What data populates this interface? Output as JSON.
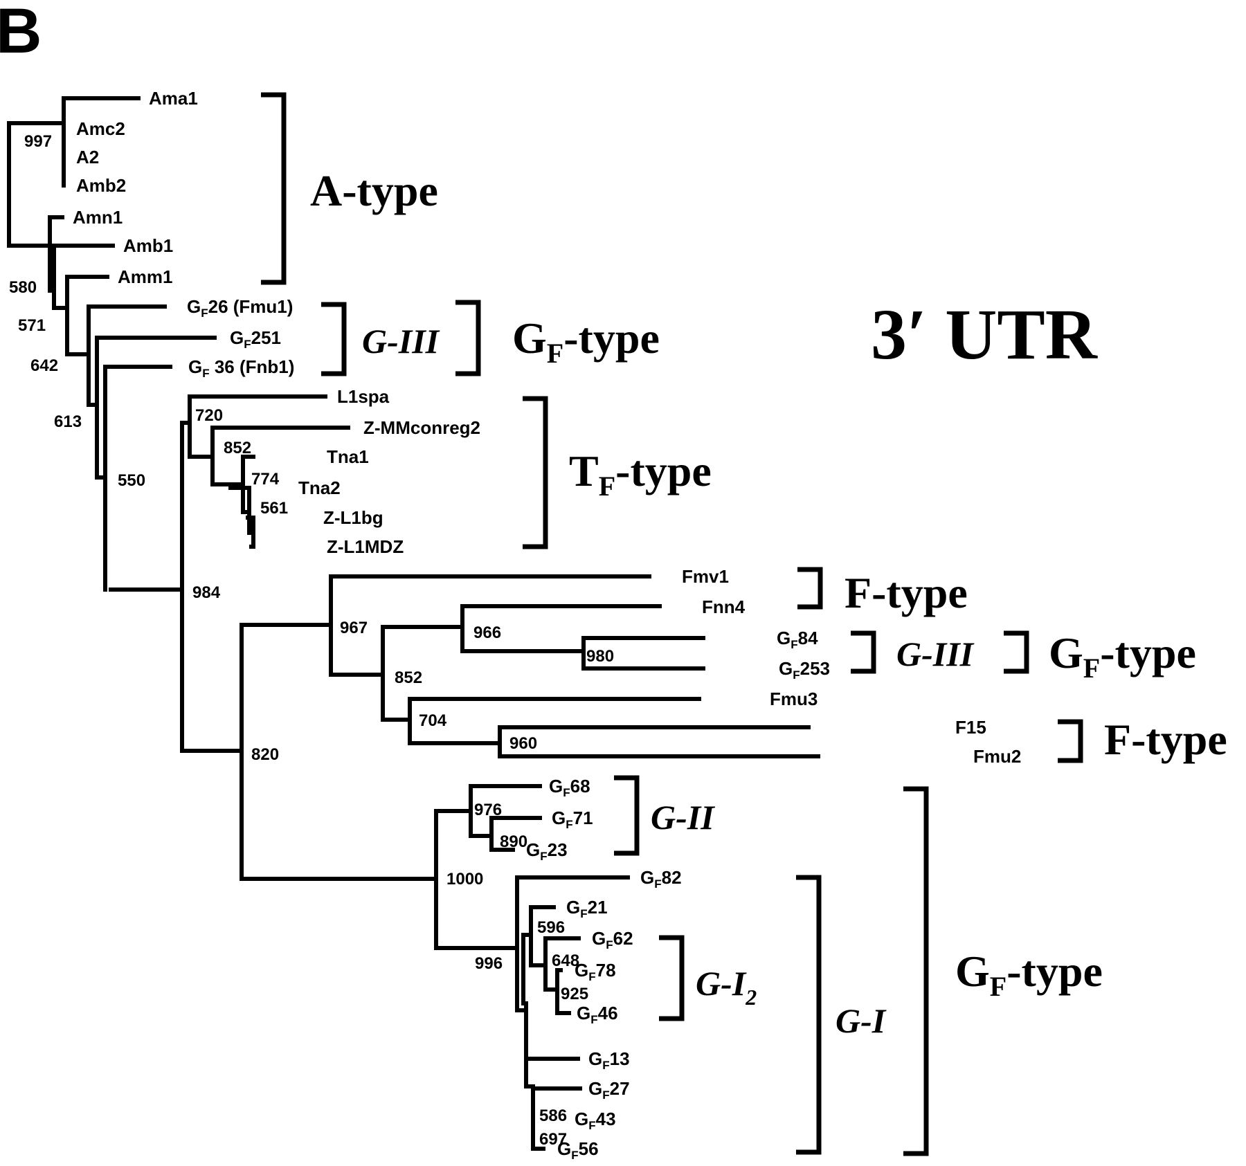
{
  "panel_label": "B",
  "title": "3′ UTR",
  "colors": {
    "ink": "#000000",
    "background": "#ffffff"
  },
  "leaves": [
    {
      "id": "Ama1",
      "prefix": "",
      "sub": "",
      "text": "Ama1"
    },
    {
      "id": "Amc2",
      "prefix": "",
      "sub": "",
      "text": "Amc2"
    },
    {
      "id": "A2",
      "prefix": "",
      "sub": "",
      "text": "A2"
    },
    {
      "id": "Amb2",
      "prefix": "",
      "sub": "",
      "text": "Amb2"
    },
    {
      "id": "Amn1",
      "prefix": "",
      "sub": "",
      "text": "Amn1"
    },
    {
      "id": "Amb1",
      "prefix": "",
      "sub": "",
      "text": "Amb1"
    },
    {
      "id": "Amm1",
      "prefix": "",
      "sub": "",
      "text": "Amm1"
    },
    {
      "id": "GF26",
      "prefix": "G",
      "sub": "F",
      "text": "26 (Fmu1)"
    },
    {
      "id": "GF251",
      "prefix": "G",
      "sub": "F",
      "text": "251"
    },
    {
      "id": "GF36",
      "prefix": "G",
      "sub": "F",
      "text": " 36 (Fnb1)"
    },
    {
      "id": "L1spa",
      "prefix": "",
      "sub": "",
      "text": "L1spa"
    },
    {
      "id": "Z-MMconreg2",
      "prefix": "",
      "sub": "",
      "text": "Z-MMconreg2"
    },
    {
      "id": "Tna1",
      "prefix": "",
      "sub": "",
      "text": "Tna1"
    },
    {
      "id": "Tna2",
      "prefix": "",
      "sub": "",
      "text": "Tna2"
    },
    {
      "id": "Z-L1bg",
      "prefix": "",
      "sub": "",
      "text": "Z-L1bg"
    },
    {
      "id": "Z-L1MDZ",
      "prefix": "",
      "sub": "",
      "text": "Z-L1MDZ"
    },
    {
      "id": "Fmv1",
      "prefix": "",
      "sub": "",
      "text": "Fmv1"
    },
    {
      "id": "Fnn4",
      "prefix": "",
      "sub": "",
      "text": "Fnn4"
    },
    {
      "id": "GF84",
      "prefix": "G",
      "sub": "F",
      "text": "84"
    },
    {
      "id": "GF253",
      "prefix": "G",
      "sub": "F",
      "text": "253"
    },
    {
      "id": "Fmu3",
      "prefix": "",
      "sub": "",
      "text": "Fmu3"
    },
    {
      "id": "F15",
      "prefix": "",
      "sub": "",
      "text": "F15"
    },
    {
      "id": "Fmu2",
      "prefix": "",
      "sub": "",
      "text": "Fmu2"
    },
    {
      "id": "GF68",
      "prefix": "G",
      "sub": "F",
      "text": "68"
    },
    {
      "id": "GF71",
      "prefix": "G",
      "sub": "F",
      "text": "71"
    },
    {
      "id": "GF23",
      "prefix": "G",
      "sub": "F",
      "text": "23"
    },
    {
      "id": "GF82",
      "prefix": "G",
      "sub": "F",
      "text": "82"
    },
    {
      "id": "GF21",
      "prefix": "G",
      "sub": "F",
      "text": "21"
    },
    {
      "id": "GF62",
      "prefix": "G",
      "sub": "F",
      "text": "62"
    },
    {
      "id": "GF78",
      "prefix": "G",
      "sub": "F",
      "text": "78"
    },
    {
      "id": "GF46",
      "prefix": "G",
      "sub": "F",
      "text": "46"
    },
    {
      "id": "GF13",
      "prefix": "G",
      "sub": "F",
      "text": "13"
    },
    {
      "id": "GF27",
      "prefix": "G",
      "sub": "F",
      "text": "27"
    },
    {
      "id": "GF43",
      "prefix": "G",
      "sub": "F",
      "text": "43"
    },
    {
      "id": "GF56",
      "prefix": "G",
      "sub": "F",
      "text": "56"
    }
  ],
  "bootstrap_values": [
    "997",
    "580",
    "571",
    "642",
    "613",
    "550",
    "720",
    "852",
    "774",
    "561",
    "984",
    "967",
    "966",
    "980",
    "852",
    "704",
    "960",
    "820",
    "976",
    "890",
    "1000",
    "596",
    "648",
    "925",
    "996",
    "586",
    "697"
  ],
  "groups": [
    {
      "label": "A-type",
      "sub": "",
      "suffix": "",
      "style": "type",
      "members": [
        "Ama1",
        "Amm1"
      ]
    },
    {
      "label": "G-III",
      "sub": "",
      "suffix": "",
      "style": "subgroup",
      "members": [
        "GF26",
        "GF36"
      ]
    },
    {
      "label": "G",
      "sub": "F",
      "suffix": "-type",
      "style": "type",
      "members": [
        "GF26",
        "GF36"
      ]
    },
    {
      "label": "T",
      "sub": "F",
      "suffix": "-type",
      "style": "type",
      "members": [
        "L1spa",
        "Z-L1MDZ"
      ]
    },
    {
      "label": "F-type",
      "sub": "",
      "suffix": "",
      "style": "type",
      "members": [
        "Fmv1",
        "Fnn4"
      ]
    },
    {
      "label": "G-III",
      "sub": "",
      "suffix": "",
      "style": "subgroup",
      "members": [
        "GF84",
        "GF253"
      ]
    },
    {
      "label": "G",
      "sub": "F",
      "suffix": "-type",
      "style": "type",
      "members": [
        "GF84",
        "GF253"
      ]
    },
    {
      "label": "F-type",
      "sub": "",
      "suffix": "",
      "style": "type",
      "members": [
        "F15",
        "Fmu2"
      ]
    },
    {
      "label": "G-II",
      "sub": "",
      "suffix": "",
      "style": "subgroup",
      "members": [
        "GF68",
        "GF23"
      ]
    },
    {
      "label": "G-I",
      "sub": "2",
      "suffix": "",
      "style": "subgroup",
      "members": [
        "GF62",
        "GF46"
      ]
    },
    {
      "label": "G-I",
      "sub": "",
      "suffix": "",
      "style": "subgroup",
      "members": [
        "GF82",
        "GF56"
      ]
    },
    {
      "label": "G",
      "sub": "F",
      "suffix": "-type",
      "style": "type",
      "members": [
        "GF68",
        "GF56"
      ]
    }
  ]
}
